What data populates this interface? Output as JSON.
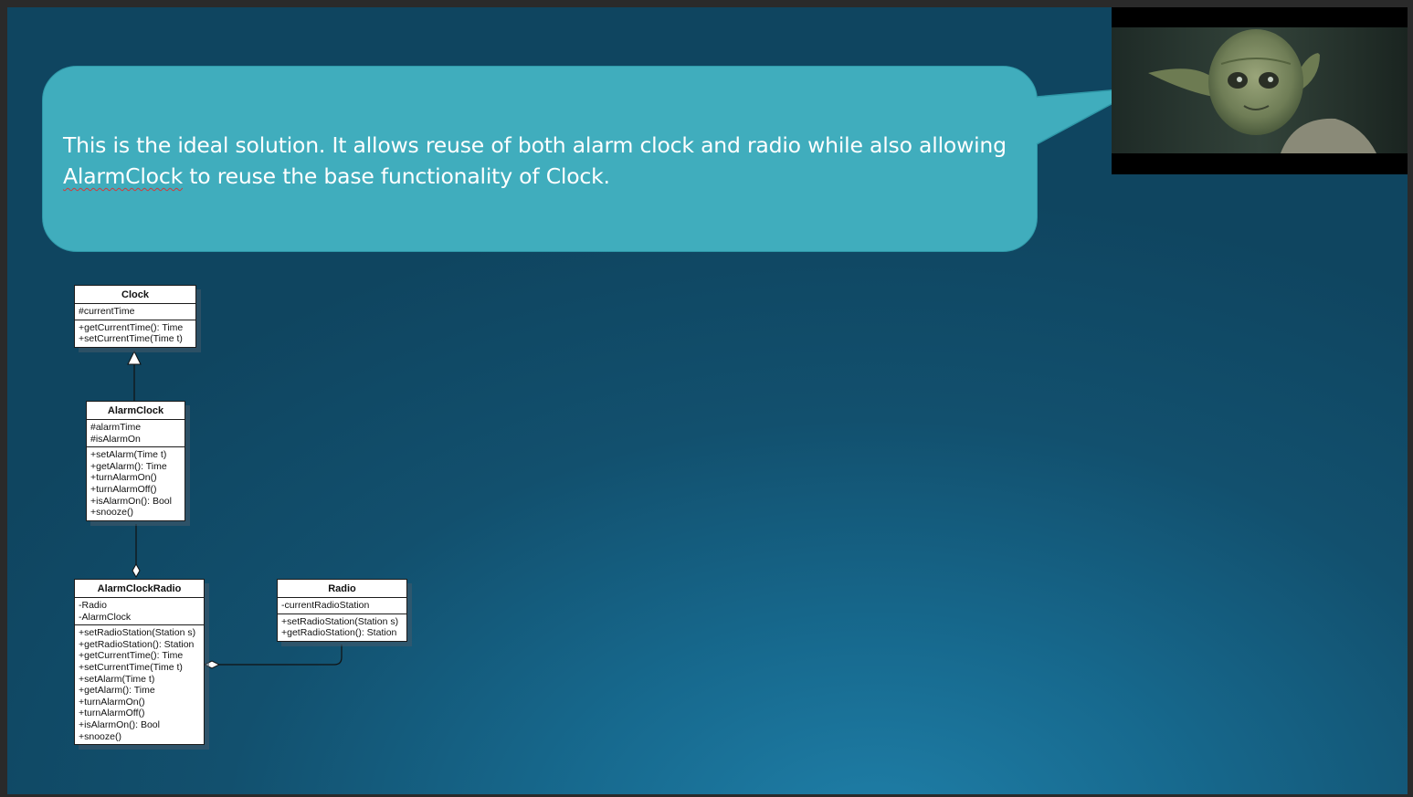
{
  "callout": {
    "line1": "This is the ideal solution. It allows reuse of both alarm clock and radio while also allowing",
    "line2_word": "AlarmClock",
    "line2_rest": " to reuse the base functionality of Clock."
  },
  "image": {
    "icon": "yoda-photo"
  },
  "uml": {
    "clock": {
      "name": "Clock",
      "attributes": [
        "#currentTime"
      ],
      "methods": [
        "+getCurrentTime(): Time",
        "+setCurrentTime(Time t)"
      ]
    },
    "alarm_clock": {
      "name": "AlarmClock",
      "attributes": [
        "#alarmTime",
        "#isAlarmOn"
      ],
      "methods": [
        "+setAlarm(Time t)",
        "+getAlarm(): Time",
        "+turnAlarmOn()",
        "+turnAlarmOff()",
        "+isAlarmOn(): Bool",
        "+snooze()"
      ]
    },
    "alarm_clock_radio": {
      "name": "AlarmClockRadio",
      "attributes": [
        "-Radio",
        "-AlarmClock"
      ],
      "methods": [
        "+setRadioStation(Station s)",
        "+getRadioStation(): Station",
        "+getCurrentTime(): Time",
        "+setCurrentTime(Time t)",
        "+setAlarm(Time t)",
        "+getAlarm(): Time",
        "+turnAlarmOn()",
        "+turnAlarmOff()",
        "+isAlarmOn(): Bool",
        "+snooze()"
      ]
    },
    "radio": {
      "name": "Radio",
      "attributes": [
        "-currentRadioStation"
      ],
      "methods": [
        "+setRadioStation(Station s)",
        "+getRadioStation(): Station"
      ]
    }
  },
  "colors": {
    "bubble": "#40adbd",
    "background": "#12506e"
  }
}
